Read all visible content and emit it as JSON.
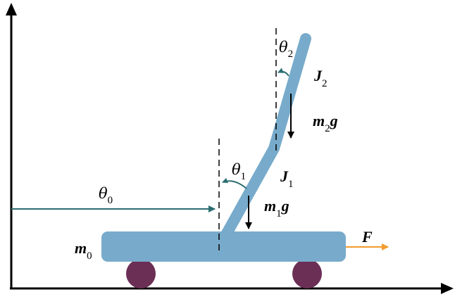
{
  "labels": {
    "theta0": {
      "sym": "θ",
      "sub": "0"
    },
    "theta1": {
      "sym": "θ",
      "sub": "1"
    },
    "theta2": {
      "sym": "θ",
      "sub": "2"
    },
    "J1": {
      "main": "J",
      "sub": "1"
    },
    "J2": {
      "main": "J",
      "sub": "2"
    },
    "m1g": {
      "main": "m",
      "sub": "1",
      "tail": "g"
    },
    "m2g": {
      "main": "m",
      "sub": "2",
      "tail": "g"
    },
    "m0": {
      "main": "m",
      "sub": "0"
    },
    "F": "F"
  },
  "colors": {
    "axis": "#000000",
    "cart": "#78abcb",
    "pendulum": "#78abcb",
    "wheel": "#6b2e55",
    "angle_arrow": "#2b6e72",
    "force_arrow": "#f39a2a",
    "dashed": "#000000"
  }
}
